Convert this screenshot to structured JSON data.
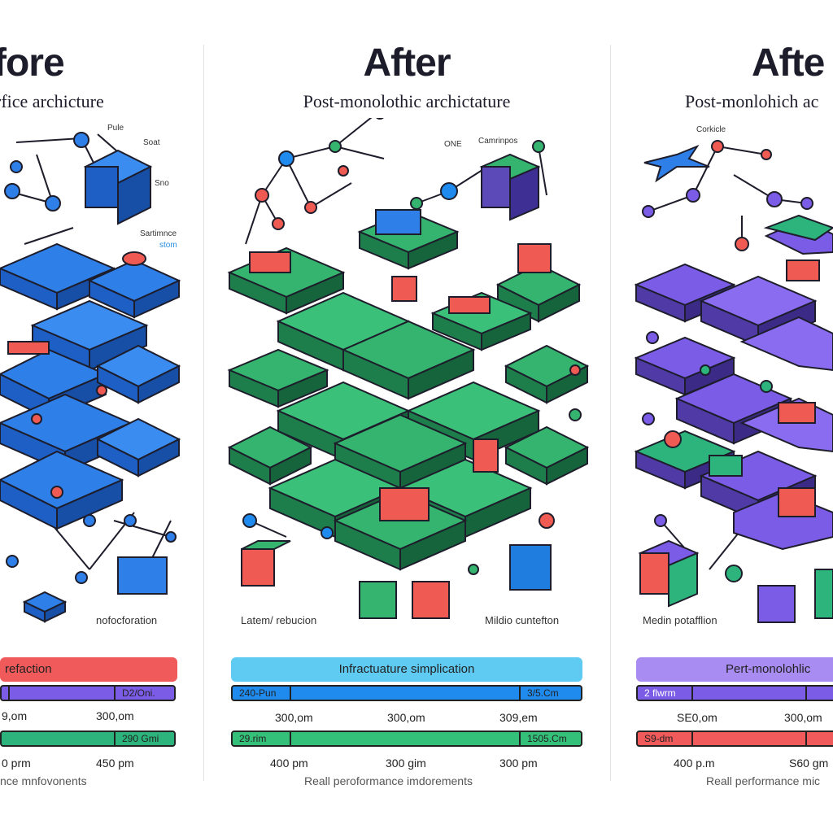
{
  "panels": [
    {
      "title": "fore",
      "subtitle": "rfice archicture",
      "labels": [
        "Pule",
        "Soat",
        "Sno",
        "Sartimnce",
        "stom"
      ],
      "caption": "nofocforation",
      "bar_header": "refaction",
      "metric1_label": "D2/Oni.",
      "metric2_label": "290 Gmi",
      "axis1": [
        "9,om",
        "300,om"
      ],
      "axis2": [
        "0 prm",
        "450 pm"
      ],
      "footer": "nce mnfovonents",
      "colors": {
        "header": "#f05a5a",
        "metric1": "#7b5ce6",
        "metric2": "#2cb47c"
      }
    },
    {
      "title": "After",
      "subtitle": "Post-monolothic archictature",
      "labels": [
        "Camrinpos",
        "ONE"
      ],
      "caption_left": "Latem/ rebucion",
      "caption_right": "Mildio cuntefton",
      "bar_header": "Infractuature simplication",
      "metric1_left": "240-Pun",
      "metric1_right": "3/5.Cm",
      "metric2_left": "29.rim",
      "metric2_right": "1505.Cm",
      "axis1": [
        "300,om",
        "300,om",
        "309,em"
      ],
      "axis2": [
        "400 pm",
        "300 gim",
        "300 pm"
      ],
      "footer": "Reall peroformance imdorements",
      "colors": {
        "header": "#5fcaf2",
        "metric1": "#1f8bef",
        "metric2": "#35c07a"
      }
    },
    {
      "title": "Afte",
      "subtitle": "Post-monlohich ac",
      "labels": [
        "Corkicle"
      ],
      "caption": "Medin potafflion",
      "bar_header": "Pert-monolohlic",
      "metric1_left": "2 flwrm",
      "metric2_left": "S9-dm",
      "axis1": [
        "SE0,om",
        "300,om"
      ],
      "axis2": [
        "400 p.m",
        "S60 gm"
      ],
      "footer": "Reall performance mic",
      "colors": {
        "header": "#a88cf2",
        "metric1": "#7b5ce6",
        "metric2": "#f05a5a"
      }
    }
  ]
}
